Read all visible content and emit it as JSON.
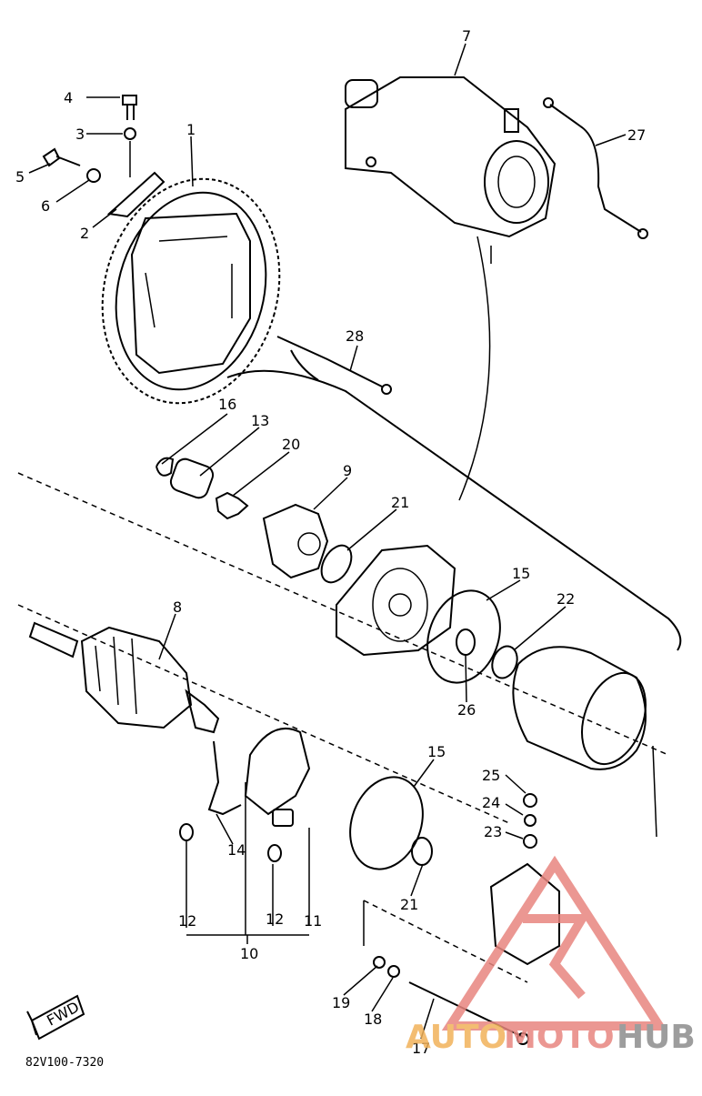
{
  "diagram": {
    "callouts": {
      "c1": "1",
      "c2": "2",
      "c3": "3",
      "c4": "4",
      "c5": "5",
      "c6": "6",
      "c7": "7",
      "c8": "8",
      "c9": "9",
      "c10": "10",
      "c11": "11",
      "c12a": "12",
      "c12b": "12",
      "c13": "13",
      "c14": "14",
      "c15a": "15",
      "c15b": "15",
      "c16": "16",
      "c17": "17",
      "c18": "18",
      "c19": "19",
      "c20": "20",
      "c21a": "21",
      "c21b": "21",
      "c22": "22",
      "c23": "23",
      "c24": "24",
      "c25": "25",
      "c26": "26",
      "c27": "27",
      "c28": "28"
    },
    "direction_label": "FWD",
    "diagram_code": "82V100-7320",
    "watermark": {
      "text_part1": "AUTO",
      "text_part2": "MOTO",
      "text_part3": "HUB",
      "color_red": "#e8867f",
      "color_orange": "#f1b25a",
      "color_gray": "#8c8c8c"
    }
  }
}
